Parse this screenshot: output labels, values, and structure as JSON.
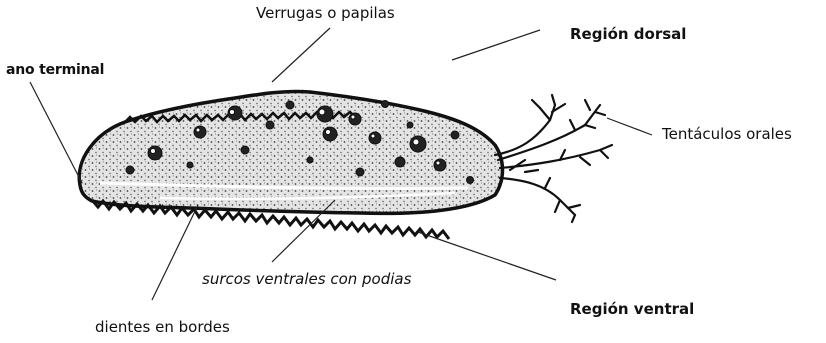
{
  "labels": {
    "verrugas": "Verrugas o papilas",
    "region_dorsal": "Región dorsal",
    "ano": "ano terminal",
    "tentaculos": "Tentáculos orales",
    "surcos": "surcos ventrales  con podias",
    "region_ventral": "Región ventral",
    "dientes": "dientes en bordes"
  },
  "colors": {
    "ink": "#111111",
    "body_fill": "#d9d9d9",
    "line": "#222222"
  }
}
